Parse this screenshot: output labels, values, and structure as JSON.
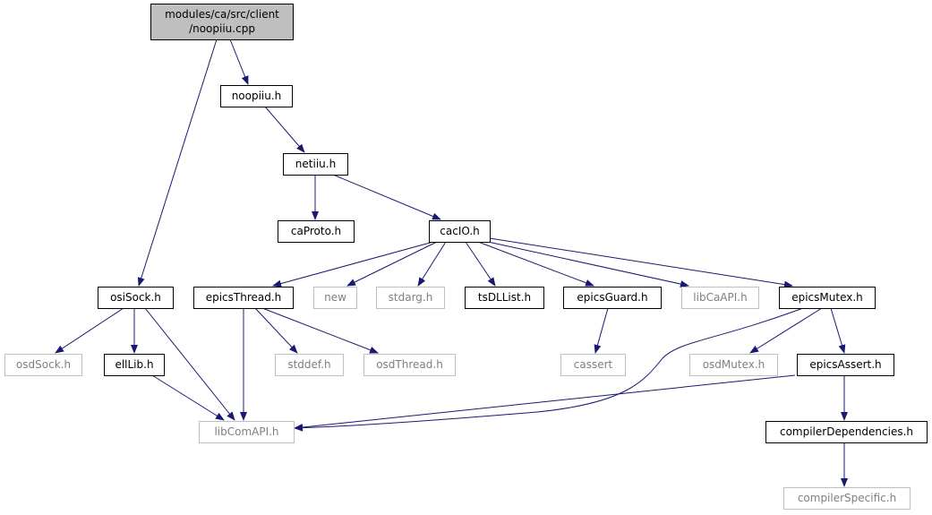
{
  "diagram": {
    "colors": {
      "edge": "#191970",
      "node_border": "#000000",
      "missing_border": "#bfbfbf",
      "root_fill": "#bfbfbf",
      "node_fill": "#ffffff",
      "text": "#000000",
      "missing_text": "#7f7f7f"
    },
    "nodes": [
      {
        "id": "root",
        "lines": [
          "modules/ca/src/client",
          "/noopiiu.cpp"
        ],
        "kind": "root"
      },
      {
        "id": "noopiiu",
        "lines": [
          "noopiiu.h"
        ],
        "kind": "normal"
      },
      {
        "id": "netiiu",
        "lines": [
          "netiiu.h"
        ],
        "kind": "normal"
      },
      {
        "id": "caProto",
        "lines": [
          "caProto.h"
        ],
        "kind": "normal"
      },
      {
        "id": "cacIO",
        "lines": [
          "cacIO.h"
        ],
        "kind": "normal"
      },
      {
        "id": "osiSock",
        "lines": [
          "osiSock.h"
        ],
        "kind": "normal"
      },
      {
        "id": "epicsThread",
        "lines": [
          "epicsThread.h"
        ],
        "kind": "normal"
      },
      {
        "id": "new",
        "lines": [
          "new"
        ],
        "kind": "missing"
      },
      {
        "id": "stdarg",
        "lines": [
          "stdarg.h"
        ],
        "kind": "missing"
      },
      {
        "id": "tsDLList",
        "lines": [
          "tsDLList.h"
        ],
        "kind": "normal"
      },
      {
        "id": "epicsGuard",
        "lines": [
          "epicsGuard.h"
        ],
        "kind": "normal"
      },
      {
        "id": "libCaAPI",
        "lines": [
          "libCaAPI.h"
        ],
        "kind": "missing"
      },
      {
        "id": "epicsMutex",
        "lines": [
          "epicsMutex.h"
        ],
        "kind": "normal"
      },
      {
        "id": "osdSock",
        "lines": [
          "osdSock.h"
        ],
        "kind": "missing"
      },
      {
        "id": "ellLib",
        "lines": [
          "ellLib.h"
        ],
        "kind": "normal"
      },
      {
        "id": "stddef",
        "lines": [
          "stddef.h"
        ],
        "kind": "missing"
      },
      {
        "id": "osdThread",
        "lines": [
          "osdThread.h"
        ],
        "kind": "missing"
      },
      {
        "id": "cassert",
        "lines": [
          "cassert"
        ],
        "kind": "missing"
      },
      {
        "id": "osdMutex",
        "lines": [
          "osdMutex.h"
        ],
        "kind": "missing"
      },
      {
        "id": "epicsAssert",
        "lines": [
          "epicsAssert.h"
        ],
        "kind": "normal"
      },
      {
        "id": "libComAPI",
        "lines": [
          "libComAPI.h"
        ],
        "kind": "missing"
      },
      {
        "id": "compilerDependencies",
        "lines": [
          "compilerDependencies.h"
        ],
        "kind": "normal"
      },
      {
        "id": "compilerSpecific",
        "lines": [
          "compilerSpecific.h"
        ],
        "kind": "missing"
      }
    ],
    "edges": [
      {
        "from": "root",
        "to": "noopiiu"
      },
      {
        "from": "root",
        "to": "osiSock"
      },
      {
        "from": "noopiiu",
        "to": "netiiu"
      },
      {
        "from": "netiiu",
        "to": "caProto"
      },
      {
        "from": "netiiu",
        "to": "cacIO"
      },
      {
        "from": "cacIO",
        "to": "epicsThread"
      },
      {
        "from": "cacIO",
        "to": "new"
      },
      {
        "from": "cacIO",
        "to": "stdarg"
      },
      {
        "from": "cacIO",
        "to": "tsDLList"
      },
      {
        "from": "cacIO",
        "to": "epicsGuard"
      },
      {
        "from": "cacIO",
        "to": "libCaAPI"
      },
      {
        "from": "cacIO",
        "to": "epicsMutex"
      },
      {
        "from": "osiSock",
        "to": "osdSock"
      },
      {
        "from": "osiSock",
        "to": "ellLib"
      },
      {
        "from": "osiSock",
        "to": "libComAPI"
      },
      {
        "from": "ellLib",
        "to": "libComAPI"
      },
      {
        "from": "epicsThread",
        "to": "libComAPI"
      },
      {
        "from": "epicsThread",
        "to": "stddef"
      },
      {
        "from": "epicsThread",
        "to": "osdThread"
      },
      {
        "from": "epicsGuard",
        "to": "cassert"
      },
      {
        "from": "epicsMutex",
        "to": "libComAPI"
      },
      {
        "from": "epicsMutex",
        "to": "osdMutex"
      },
      {
        "from": "epicsMutex",
        "to": "epicsAssert"
      },
      {
        "from": "epicsAssert",
        "to": "libComAPI"
      },
      {
        "from": "epicsAssert",
        "to": "compilerDependencies"
      },
      {
        "from": "compilerDependencies",
        "to": "compilerSpecific"
      }
    ]
  }
}
